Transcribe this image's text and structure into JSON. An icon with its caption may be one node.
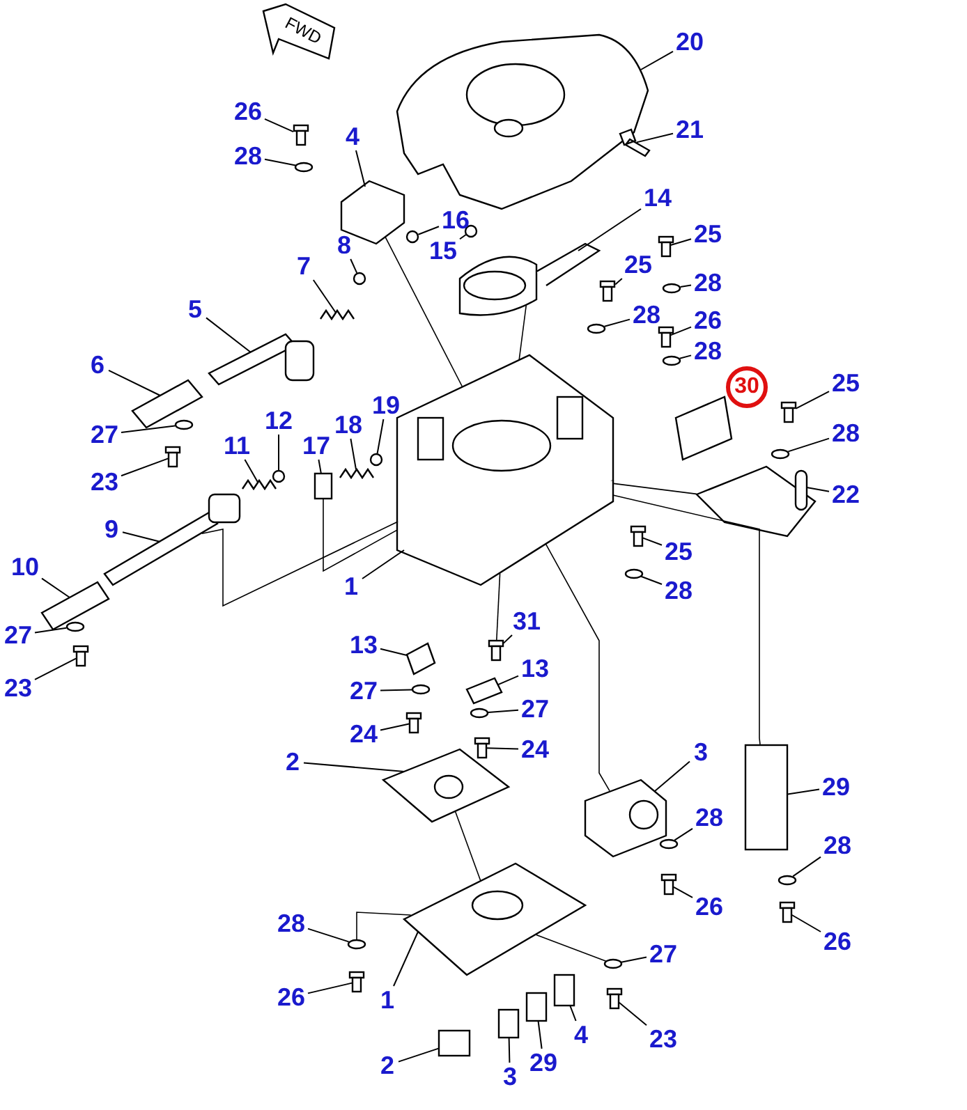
{
  "diagram": {
    "nodes": [
      {
        "text": [
          "20"
        ]
      },
      {
        "text": [
          "21"
        ]
      },
      {
        "text": [
          "26"
        ]
      },
      {
        "text": [
          "28"
        ]
      },
      {
        "text": [
          "4"
        ]
      },
      {
        "text": [
          "16"
        ]
      },
      {
        "text": [
          "14"
        ]
      },
      {
        "text": [
          "15"
        ]
      },
      {
        "text": [
          "25"
        ]
      },
      {
        "text": [
          "8"
        ]
      },
      {
        "text": [
          "28"
        ]
      },
      {
        "text": [
          "25"
        ]
      },
      {
        "text": [
          "7"
        ]
      },
      {
        "text": [
          "28"
        ]
      },
      {
        "text": [
          "5"
        ]
      },
      {
        "text": [
          "26"
        ]
      },
      {
        "text": [
          "28"
        ]
      },
      {
        "text": [
          "30"
        ]
      },
      {
        "text": [
          "6"
        ]
      },
      {
        "text": [
          "25"
        ]
      },
      {
        "text": [
          "12"
        ]
      },
      {
        "text": [
          "28"
        ]
      },
      {
        "text": [
          "27"
        ]
      },
      {
        "text": [
          "18"
        ]
      },
      {
        "text": [
          "19"
        ]
      },
      {
        "text": [
          "11"
        ]
      },
      {
        "text": [
          "17"
        ]
      },
      {
        "text": [
          "23"
        ]
      },
      {
        "text": [
          "22"
        ]
      },
      {
        "text": [
          "9"
        ]
      },
      {
        "text": [
          "25"
        ]
      },
      {
        "text": [
          "1"
        ]
      },
      {
        "text": [
          "10"
        ]
      },
      {
        "text": [
          "28"
        ]
      },
      {
        "text": [
          "27"
        ]
      },
      {
        "text": [
          "31"
        ]
      },
      {
        "text": [
          "13"
        ]
      },
      {
        "text": [
          "13"
        ]
      },
      {
        "text": [
          "23"
        ]
      },
      {
        "text": [
          "27"
        ]
      },
      {
        "text": [
          "27"
        ]
      },
      {
        "text": [
          "24"
        ]
      },
      {
        "text": [
          "24"
        ]
      },
      {
        "text": [
          "2"
        ]
      },
      {
        "text": [
          "3"
        ]
      },
      {
        "text": [
          "29"
        ]
      },
      {
        "text": [
          "28"
        ]
      },
      {
        "text": [
          "28"
        ]
      },
      {
        "text": [
          "26"
        ]
      },
      {
        "text": [
          "26"
        ]
      },
      {
        "text": [
          "28"
        ]
      },
      {
        "text": [
          "27"
        ]
      },
      {
        "text": [
          "1"
        ]
      },
      {
        "text": [
          "26"
        ]
      },
      {
        "text": [
          "23"
        ]
      },
      {
        "text": [
          "2"
        ]
      },
      {
        "text": [
          "3"
        ]
      },
      {
        "text": [
          "29"
        ]
      },
      {
        "text": [
          "4"
        ]
      },
      {
        "text": [],
        "shape": "picture"
      },
      {
        "text": [],
        "shape": "picture"
      },
      {
        "text": [],
        "shape": "picture"
      },
      {
        "text": [],
        "shape": "circle"
      },
      {
        "text": [],
        "shape": "picture"
      },
      {
        "text": [],
        "shape": "circle"
      },
      {
        "text": [],
        "shape": "picture"
      },
      {
        "text": [],
        "shape": "circle"
      },
      {
        "text": [],
        "shape": "picture"
      },
      {
        "text": [],
        "shape": "circle"
      },
      {
        "text": [],
        "shape": "circle"
      },
      {
        "text": [],
        "shape": "picture"
      },
      {
        "text": [],
        "shape": "picture"
      },
      {
        "text": [],
        "shape": "circle"
      },
      {
        "text": [],
        "shape": "picture"
      },
      {
        "text": [],
        "shape": "picture"
      },
      {
        "text": [],
        "shape": "circle"
      },
      {
        "text": [],
        "shape": "picture"
      },
      {
        "text": [],
        "shape": "picture"
      },
      {
        "text": [],
        "shape": "circle"
      },
      {
        "text": [],
        "shape": "circle"
      },
      {
        "text": [],
        "shape": "circle"
      },
      {
        "text": [],
        "shape": "picture"
      },
      {
        "text": [],
        "shape": "circle"
      },
      {
        "text": [],
        "shape": "picture"
      },
      {
        "text": [],
        "shape": "box"
      },
      {
        "text": [],
        "shape": "picture"
      },
      {
        "text": [],
        "shape": "picture"
      },
      {
        "text": [],
        "shape": "picture"
      },
      {
        "text": [],
        "shape": "picture"
      },
      {
        "text": [],
        "shape": "picture"
      },
      {
        "text": [],
        "shape": "picture"
      },
      {
        "text": [],
        "shape": "circle"
      },
      {
        "text": [],
        "shape": "circle"
      },
      {
        "text": [],
        "shape": "picture"
      },
      {
        "text": [],
        "shape": "picture"
      },
      {
        "text": [],
        "shape": "picture"
      },
      {
        "text": [],
        "shape": "picture"
      },
      {
        "text": [],
        "shape": "circle"
      },
      {
        "text": [],
        "shape": "circle"
      },
      {
        "text": [],
        "shape": "picture"
      },
      {
        "text": [],
        "shape": "picture"
      },
      {
        "text": [],
        "shape": "picture"
      },
      {
        "text": [],
        "shape": "picture"
      },
      {
        "text": [],
        "shape": "box"
      },
      {
        "text": [],
        "shape": "circle"
      },
      {
        "text": [],
        "shape": "circle"
      },
      {
        "text": [],
        "shape": "picture"
      },
      {
        "text": [],
        "shape": "picture"
      },
      {
        "text": [],
        "shape": "circle"
      },
      {
        "text": [],
        "shape": "circle"
      },
      {
        "text": [],
        "shape": "picture"
      },
      {
        "text": [],
        "shape": "picture"
      },
      {
        "text": [],
        "shape": "picture"
      },
      {
        "text": [],
        "shape": "box"
      },
      {
        "text": [],
        "shape": "box"
      },
      {
        "text": [],
        "shape": "box"
      },
      {
        "text": [],
        "shape": "box"
      },
      {
        "text": [
          "FWD"
        ]
      }
    ],
    "edges": [
      {
        "from": 0,
        "to": 59,
        "arrow": "none"
      },
      {
        "from": 1,
        "to": 60,
        "arrow": "none"
      },
      {
        "from": 2,
        "to": 61,
        "arrow": "none"
      },
      {
        "from": 3,
        "to": 62,
        "arrow": "none"
      },
      {
        "from": 4,
        "to": 63,
        "arrow": "none"
      },
      {
        "from": 5,
        "to": 64,
        "arrow": "none"
      },
      {
        "from": 6,
        "to": 65,
        "arrow": "none"
      },
      {
        "from": 7,
        "to": 66,
        "arrow": "none"
      },
      {
        "from": 8,
        "to": 67,
        "arrow": "none"
      },
      {
        "from": 9,
        "to": 68,
        "arrow": "none"
      },
      {
        "from": 10,
        "to": 69,
        "arrow": "none"
      },
      {
        "from": 11,
        "to": 70,
        "arrow": "none"
      },
      {
        "from": 12,
        "to": 71,
        "arrow": "none"
      },
      {
        "from": 13,
        "to": 72,
        "arrow": "none"
      },
      {
        "from": 14,
        "to": 73,
        "arrow": "none"
      },
      {
        "from": 15,
        "to": 74,
        "arrow": "none"
      },
      {
        "from": 16,
        "to": 75,
        "arrow": "none"
      },
      {
        "from": 18,
        "to": 76,
        "arrow": "none"
      },
      {
        "from": 19,
        "to": 77,
        "arrow": "none"
      },
      {
        "from": 20,
        "to": 78,
        "arrow": "none"
      },
      {
        "from": 21,
        "to": 79,
        "arrow": "none"
      },
      {
        "from": 22,
        "to": 80,
        "arrow": "none"
      },
      {
        "from": 23,
        "to": 81,
        "arrow": "none"
      },
      {
        "from": 24,
        "to": 82,
        "arrow": "none"
      },
      {
        "from": 25,
        "to": 83,
        "arrow": "none"
      },
      {
        "from": 26,
        "to": 84,
        "arrow": "none"
      },
      {
        "from": 27,
        "to": 85,
        "arrow": "none"
      },
      {
        "from": 28,
        "to": 86,
        "arrow": "none"
      },
      {
        "from": 29,
        "to": 87,
        "arrow": "none"
      },
      {
        "from": 30,
        "to": 88,
        "arrow": "none"
      },
      {
        "from": 31,
        "to": 89,
        "arrow": "none"
      },
      {
        "from": 32,
        "to": 90,
        "arrow": "none"
      },
      {
        "from": 33,
        "to": 91,
        "arrow": "none"
      },
      {
        "from": 34,
        "to": 92,
        "arrow": "none"
      },
      {
        "from": 35,
        "to": 93,
        "arrow": "none"
      },
      {
        "from": 36,
        "to": 94,
        "arrow": "none"
      },
      {
        "from": 37,
        "to": 95,
        "arrow": "none"
      },
      {
        "from": 38,
        "to": 96,
        "arrow": "none"
      },
      {
        "from": 39,
        "to": 97,
        "arrow": "none"
      },
      {
        "from": 40,
        "to": 98,
        "arrow": "none"
      },
      {
        "from": 41,
        "to": 99,
        "arrow": "none"
      },
      {
        "from": 42,
        "to": 100,
        "arrow": "none"
      },
      {
        "from": 43,
        "to": 101,
        "arrow": "none"
      },
      {
        "from": 44,
        "to": 102,
        "arrow": "none"
      },
      {
        "from": 45,
        "to": 103,
        "arrow": "none"
      },
      {
        "from": 46,
        "to": 104,
        "arrow": "none"
      },
      {
        "from": 47,
        "to": 105,
        "arrow": "none"
      },
      {
        "from": 48,
        "to": 106,
        "arrow": "none"
      },
      {
        "from": 49,
        "to": 107,
        "arrow": "none"
      },
      {
        "from": 50,
        "to": 108,
        "arrow": "none"
      },
      {
        "from": 51,
        "to": 109,
        "arrow": "none"
      },
      {
        "from": 52,
        "to": 110,
        "arrow": "none"
      },
      {
        "from": 53,
        "to": 111,
        "arrow": "none"
      },
      {
        "from": 54,
        "to": 112,
        "arrow": "none"
      },
      {
        "from": 55,
        "to": 113,
        "arrow": "none"
      },
      {
        "from": 56,
        "to": 114,
        "arrow": "none"
      },
      {
        "from": 57,
        "to": 115,
        "arrow": "none"
      },
      {
        "from": 58,
        "to": 116,
        "arrow": "none"
      },
      {
        "from": 87,
        "to": 89,
        "arrow": "none"
      },
      {
        "from": 84,
        "to": 89,
        "arrow": "none"
      },
      {
        "from": 65,
        "to": 89,
        "arrow": "none"
      },
      {
        "from": 63,
        "to": 89,
        "arrow": "none"
      },
      {
        "from": 89,
        "to": 93,
        "arrow": "none"
      },
      {
        "from": 89,
        "to": 102,
        "arrow": "none"
      },
      {
        "from": 89,
        "to": 103,
        "arrow": "none"
      },
      {
        "from": 86,
        "to": 89,
        "arrow": "none"
      },
      {
        "from": 101,
        "to": 110,
        "arrow": "none"
      },
      {
        "from": 108,
        "to": 110,
        "arrow": "none"
      },
      {
        "from": 110,
        "to": 109,
        "arrow": "none"
      }
    ]
  }
}
